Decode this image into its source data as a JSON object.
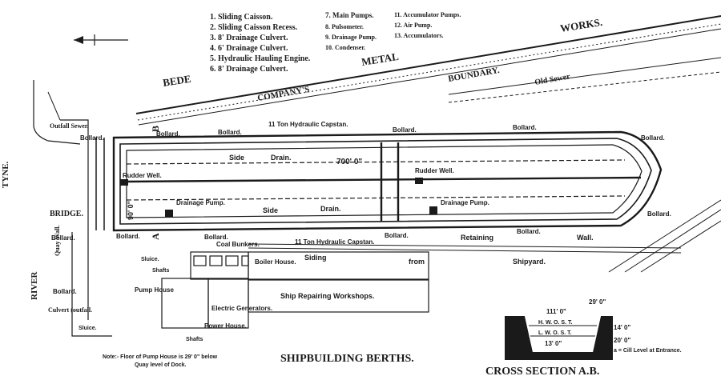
{
  "legend": {
    "col1": [
      "1. Sliding Caisson.",
      "2. Sliding Caisson Recess.",
      "3. 8' Drainage Culvert.",
      "4. 6' Drainage Culvert.",
      "5. Hydraulic Hauling Engine.",
      "6. 8' Drainage Culvert."
    ],
    "col2": [
      "7. Main Pumps.",
      "8. Pulsometer.",
      "9. Drainage Pump.",
      "10. Condenser."
    ],
    "col3": [
      "11. Accumulator Pumps.",
      "12. Air Pump.",
      "13. Accumulators."
    ]
  },
  "boundary": {
    "bede": "BEDE",
    "metal": "METAL",
    "works": "WORKS.",
    "company": "COMPANY'S",
    "boundary": "BOUNDARY.",
    "old_sewer": "Old Sewer"
  },
  "river": {
    "tyne": "TYNE.",
    "river": "RIVER",
    "quay_wall": "Quay Wall.",
    "culvert": "Culvert (outfall.",
    "outfall_sewer": "Outfall Sewer."
  },
  "dock": {
    "bollard": "Bollard.",
    "capstan_top": "11 Ton Hydraulic Capstan.",
    "capstan_bottom": "11 Ton Hydraulic Capstan.",
    "side": "Side",
    "drain": "Drain.",
    "length": "700' 0\"",
    "rudder_well": "Rudder Well.",
    "drainage_pump": "Drainage Pump.",
    "width": "90' 0\"",
    "bridge": "BRIDGE.",
    "b_mark": "B",
    "a_mark": "A"
  },
  "buildings": {
    "coal_bunkers": "Coal Bunkers.",
    "boiler_house": "Boiler House.",
    "siding": "Siding",
    "from": "from",
    "shipyard": "Shipyard.",
    "retaining": "Retaining",
    "wall": "Wall.",
    "workshops": "Ship Repairing Workshops.",
    "pump_house": "Pump House",
    "electric_generators": "Electric Generators.",
    "power_house": "Power House.",
    "sluice": "Sluice.",
    "shafts": "Shafts",
    "sluice_low": "Sluice.",
    "shafts_low": "Shafts"
  },
  "notes": {
    "note": "Note:- Floor of Pump House is 29' 0\" below",
    "note2": "Quay level of Dock.",
    "berths": "SHIPBUILDING BERTHS.",
    "cross_title": "CROSS SECTION A.B."
  },
  "cross_section": {
    "top_width": "111' 0\"",
    "depth1": "29' 0\"",
    "how": "H. W. O. S. T.",
    "low": "L. W. O. S. T.",
    "depth2": "14' 0\"",
    "bottom_width": "13' 0\"",
    "depth3": "20' 0\"",
    "cill_note": "a = Cill Level at Entrance."
  }
}
